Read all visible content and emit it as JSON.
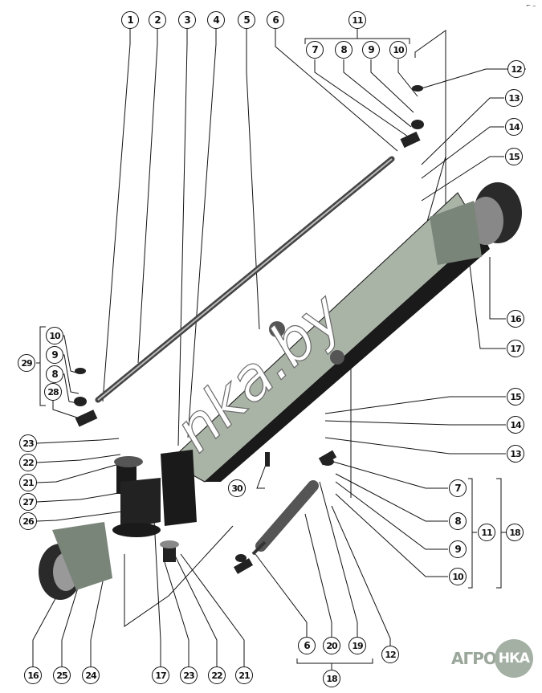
{
  "diagram": {
    "title": "Front steering axle exploded view",
    "watermark": "nka.by",
    "logo": {
      "left": "АГРО",
      "right": "НКА"
    },
    "corner_mark": "⌐ ‒",
    "callouts": {
      "c1": "1",
      "c2": "2",
      "c3": "3",
      "c4": "4",
      "c5": "5",
      "c6_top": "6",
      "c11_top": "11",
      "c7_top": "7",
      "c8_top": "8",
      "c9_top": "9",
      "c10_top": "10",
      "c12_top": "12",
      "c13_top": "13",
      "c14_top": "14",
      "c15_top": "15",
      "c16_right": "16",
      "c17_right": "17",
      "c29": "29",
      "c10_left": "10",
      "c9_left": "9",
      "c8_left": "8",
      "c28": "28",
      "c23_left": "23",
      "c22_left": "22",
      "c21_left": "21",
      "c27": "27",
      "c26": "26",
      "c30": "30",
      "c15_mid": "15",
      "c14_mid": "14",
      "c13_mid": "13",
      "c7_mid": "7",
      "c8_mid": "8",
      "c9_mid": "9",
      "c10_mid": "10",
      "c11_mid": "11",
      "c18_mid": "18",
      "c16_bot": "16",
      "c25": "25",
      "c24": "24",
      "c17_bot": "17",
      "c23_bot": "23",
      "c22_bot": "22",
      "c21_bot": "21",
      "c6_bot": "6",
      "c20": "20",
      "c19": "19",
      "c12_bot": "12",
      "c18_bot": "18"
    },
    "colors": {
      "line": "#111111",
      "part_dark": "#1a1a1a",
      "part_mid": "#6e6e6e",
      "part_light": "#a9b3a6",
      "logo": "#a3b0a3"
    }
  }
}
